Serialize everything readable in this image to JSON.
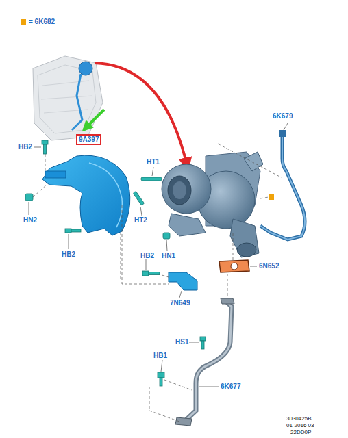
{
  "diagram": {
    "nodes": [
      {
        "text": [
          "9A397"
        ]
      }
    ],
    "labels": [
      "HB2",
      "HT1",
      "6K679",
      "HN2",
      "HT2",
      "HN1",
      "HB2",
      "HB2",
      "6N652",
      "7N649",
      "HS1",
      "HB1",
      "6K677",
      "3030425B",
      "01-2016 03",
      "22DD0P"
    ],
    "legend": [
      {
        "text": "= 6K682",
        "color": "#f0a30a"
      }
    ]
  }
}
